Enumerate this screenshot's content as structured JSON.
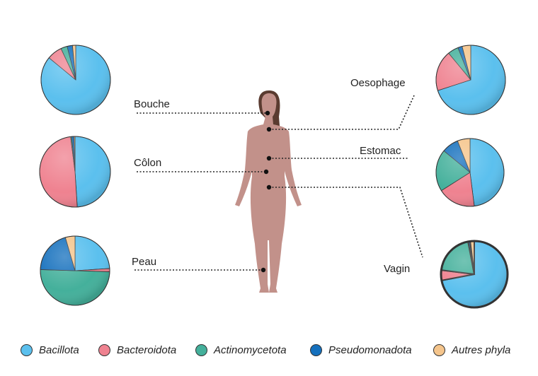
{
  "phyla": [
    {
      "name": "Bacillota",
      "color": "#5bc0ee"
    },
    {
      "name": "Bacteroidota",
      "color": "#ef8290"
    },
    {
      "name": "Actinomycetota",
      "color": "#44b09b"
    },
    {
      "name": "Pseudomonadota",
      "color": "#1570bd"
    },
    {
      "name": "Autres phyla",
      "color": "#f5c58c"
    }
  ],
  "sites": [
    {
      "name": "Bouche",
      "values": [
        86,
        7,
        3,
        2.5,
        1.5
      ]
    },
    {
      "name": "Côlon",
      "values": [
        49,
        49,
        0.5,
        1,
        0.5
      ]
    },
    {
      "name": "Peau",
      "values": [
        24,
        1.5,
        50,
        20,
        4.5
      ]
    },
    {
      "name": "Oesophage",
      "values": [
        70,
        19,
        5,
        2,
        4
      ]
    },
    {
      "name": "Estomac",
      "values": [
        48,
        18,
        20,
        8,
        6
      ]
    },
    {
      "name": "Vagin",
      "values": [
        72,
        5,
        20,
        1,
        2
      ]
    }
  ]
}
